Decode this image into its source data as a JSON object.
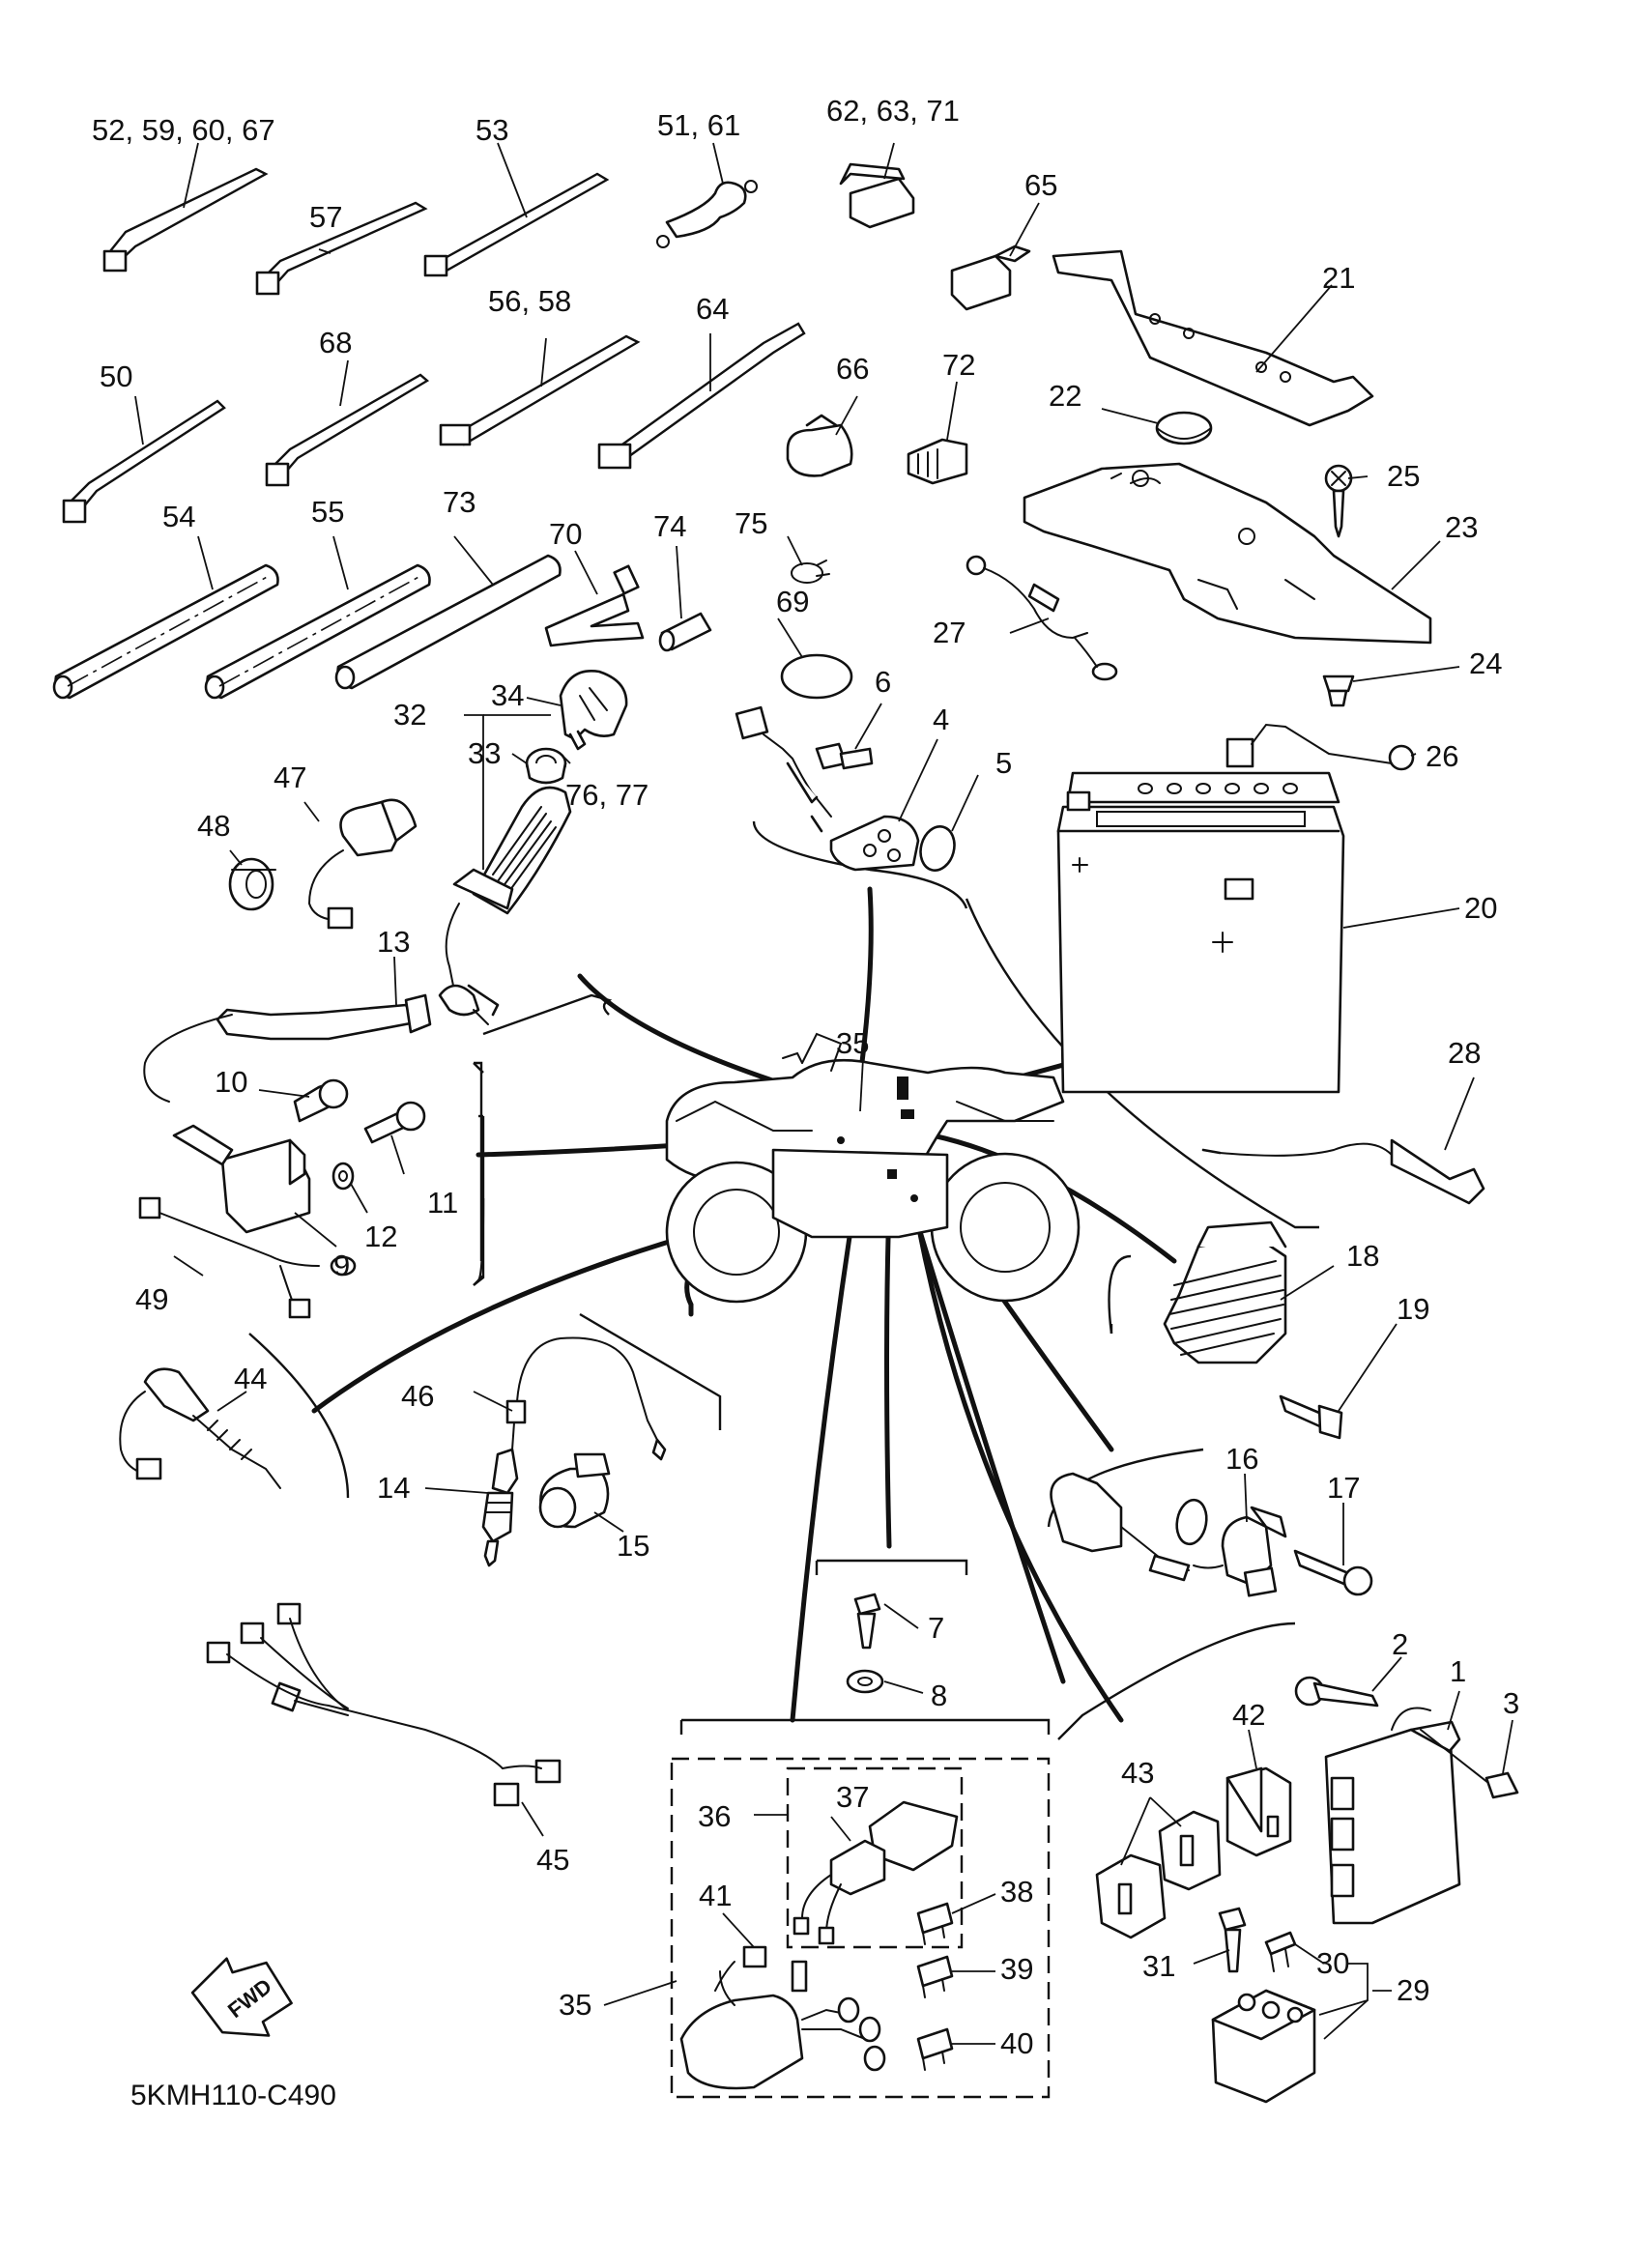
{
  "diagram": {
    "code": "5KMH110-C490",
    "fwd_label": "FWD",
    "labels": {
      "l_52_59_60_67": "52, 59, 60, 67",
      "l_53": "53",
      "l_51_61": "51, 61",
      "l_62_63_71": "62, 63, 71",
      "l_57": "57",
      "l_65": "65",
      "l_21": "21",
      "l_56_58": "56, 58",
      "l_64": "64",
      "l_50": "50",
      "l_68": "68",
      "l_66": "66",
      "l_72": "72",
      "l_22": "22",
      "l_25": "25",
      "l_54": "54",
      "l_55": "55",
      "l_73": "73",
      "l_70": "70",
      "l_74": "74",
      "l_75": "75",
      "l_23": "23",
      "l_69": "69",
      "l_27": "27",
      "l_24": "24",
      "l_34": "34",
      "l_32": "32",
      "l_33": "33",
      "l_6": "6",
      "l_4": "4",
      "l_26": "26",
      "l_47": "47",
      "l_76_77": "76, 77",
      "l_5": "5",
      "l_48": "48",
      "l_20": "20",
      "l_13": "13",
      "l_35_top": "35",
      "l_28": "28",
      "l_10": "10",
      "l_11": "11",
      "l_12": "12",
      "l_9": "9",
      "l_49": "49",
      "l_18": "18",
      "l_19": "19",
      "l_44": "44",
      "l_46": "46",
      "l_16": "16",
      "l_17": "17",
      "l_14": "14",
      "l_15": "15",
      "l_7": "7",
      "l_8": "8",
      "l_2": "2",
      "l_1": "1",
      "l_3": "3",
      "l_45": "45",
      "l_42": "42",
      "l_43": "43",
      "l_36": "36",
      "l_37": "37",
      "l_38": "38",
      "l_41": "41",
      "l_39": "39",
      "l_31": "31",
      "l_30": "30",
      "l_29": "29",
      "l_35_bottom": "35",
      "l_40": "40"
    }
  }
}
